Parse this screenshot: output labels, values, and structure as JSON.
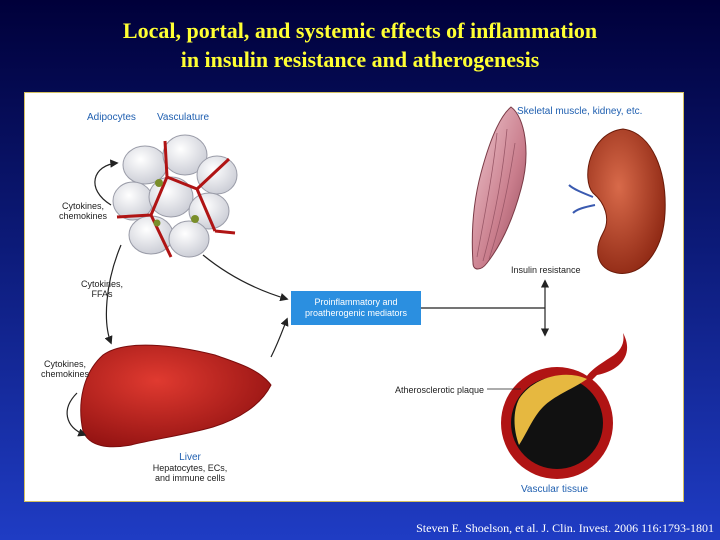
{
  "slide": {
    "title_line1": "Local, portal, and systemic effects of inflammation",
    "title_line2": "in insulin resistance and atherogenesis",
    "citation": "Steven E. Shoelson, et al. J. Clin. Invest. 2006 116:1793-1801"
  },
  "diagram": {
    "adipocytes": "Adipocytes",
    "vasculature": "Vasculature",
    "cytokines_chemokines_top_1": "Cytokines,",
    "cytokines_chemokines_top_2": "chemokines",
    "cytokines_ffas_1": "Cytokines,",
    "cytokines_ffas_2": "FFAs",
    "cytokines_chemokines_bottom_1": "Cytokines,",
    "cytokines_chemokines_bottom_2": "chemokines",
    "liver_title": "Liver",
    "liver_line1": "Hepatocytes, ECs,",
    "liver_line2": "and immune cells",
    "mediators_line1": "Proinflammatory and",
    "mediators_line2": "proatherogenic mediators",
    "skeletal": "Skeletal muscle, kidney, etc.",
    "insulin_resistance": "Insulin resistance",
    "plaque": "Atherosclerotic plaque",
    "vascular_tissue": "Vascular tissue"
  },
  "colors": {
    "title": "#ffff33",
    "label_blue": "#1f5fb0",
    "box_blue": "#2b8fe0",
    "liver_red": "#c4201e",
    "vessel_red": "#b01414"
  }
}
